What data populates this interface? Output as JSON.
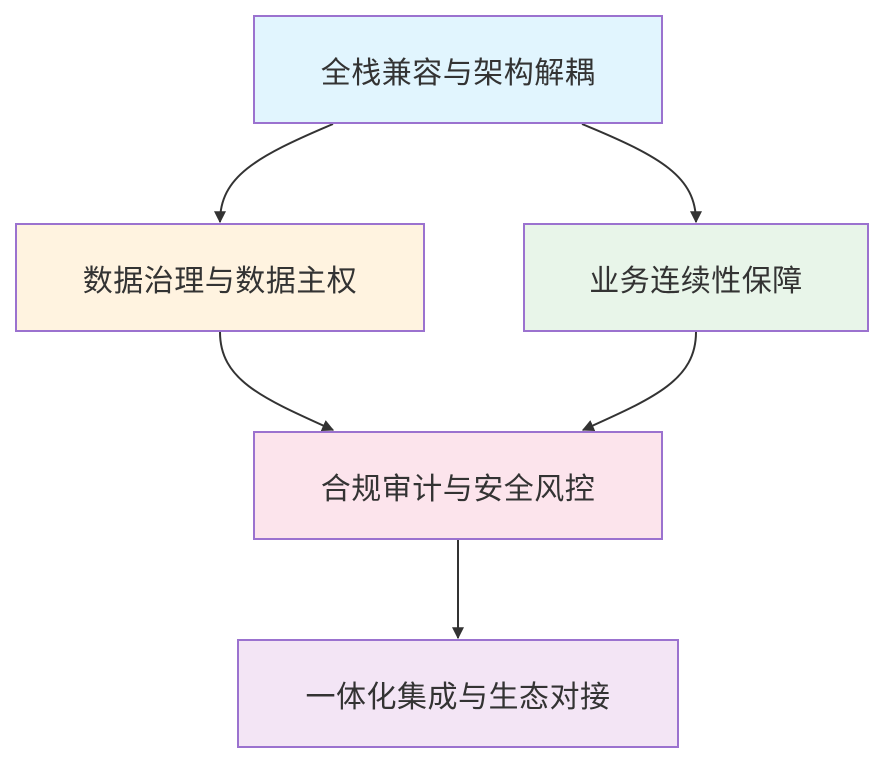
{
  "nodes": [
    {
      "id": "n1",
      "label": "全栈兼容与架构解耦",
      "fill": "#e1f5fe"
    },
    {
      "id": "n2",
      "label": "数据治理与数据主权",
      "fill": "#fff3e0"
    },
    {
      "id": "n3",
      "label": "业务连续性保障",
      "fill": "#e8f5e9"
    },
    {
      "id": "n4",
      "label": "合规审计与安全风控",
      "fill": "#fce4ec"
    },
    {
      "id": "n5",
      "label": "一体化集成与生态对接",
      "fill": "#f3e5f5"
    }
  ],
  "edges": [
    {
      "from": "n1",
      "to": "n2"
    },
    {
      "from": "n1",
      "to": "n3"
    },
    {
      "from": "n2",
      "to": "n4"
    },
    {
      "from": "n3",
      "to": "n4"
    },
    {
      "from": "n4",
      "to": "n5"
    }
  ],
  "colors": {
    "border": "#9b72cf",
    "edge": "#333333",
    "text": "#333333"
  }
}
